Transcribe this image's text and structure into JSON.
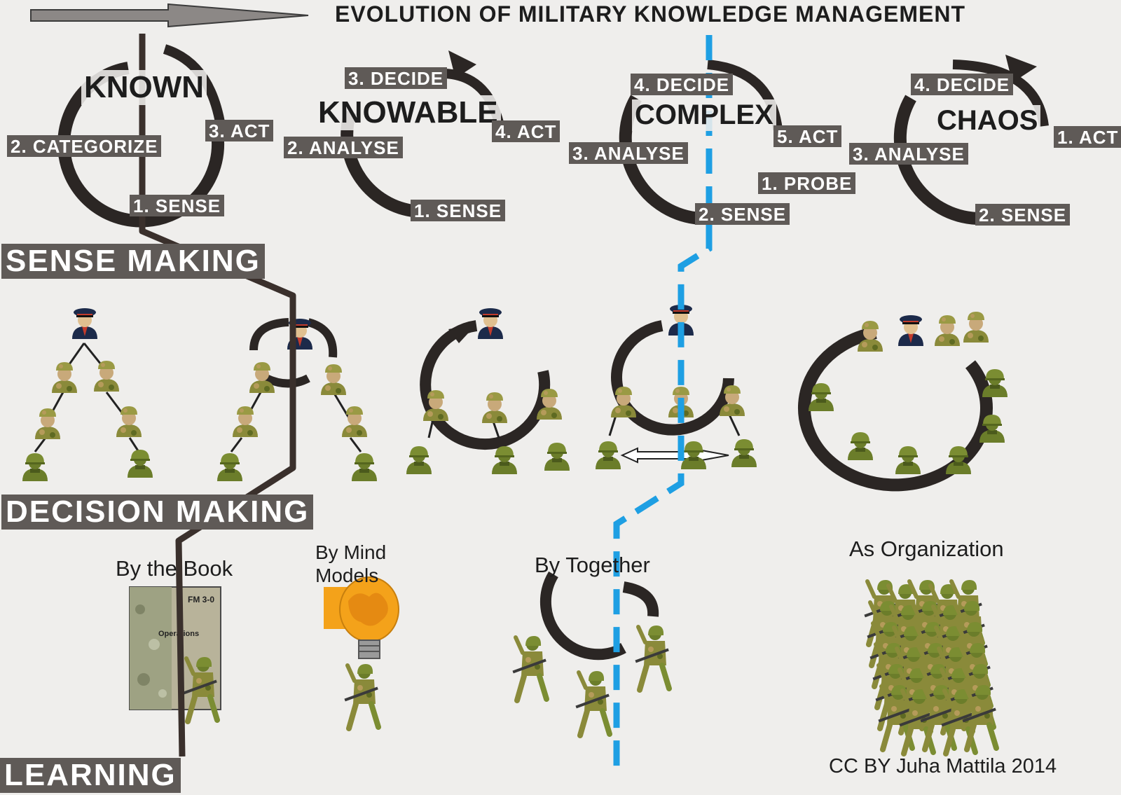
{
  "title": "EVOLUTION OF MILITARY KNOWLEDGE MANAGEMENT",
  "domains": [
    {
      "name": "KNOWN",
      "steps": [
        "1. SENSE",
        "2. CATEGORIZE",
        "3. ACT"
      ]
    },
    {
      "name": "KNOWABLE",
      "steps": [
        "1. SENSE",
        "2. ANALYSE",
        "3. DECIDE",
        "4. ACT"
      ]
    },
    {
      "name": "COMPLEX",
      "steps": [
        "1. PROBE",
        "2. SENSE",
        "3. ANALYSE",
        "4. DECIDE",
        "5. ACT"
      ]
    },
    {
      "name": "CHAOS",
      "steps": [
        "1. ACT",
        "2. SENSE",
        "3. ANALYSE",
        "4. DECIDE"
      ]
    }
  ],
  "bands": [
    "SENSE MAKING",
    "DECISION MAKING",
    "LEARNING"
  ],
  "learning_modes": [
    "By the Book",
    "By Mind\nModels",
    "By Together",
    "As Organization"
  ],
  "book": {
    "code": "FM 3-0",
    "subtitle": "Operations"
  },
  "credit": "CC BY Juha Mattila 2014",
  "colors": {
    "background": "#efeeec",
    "label_box": "#5f5a57",
    "cycle_arrow": "#2b2624",
    "divider_solid": "#3a302c",
    "divider_dashed": "#1e9fe3",
    "soldier_green": "#6b7d2a",
    "camo_tan": "#b59b5a",
    "officer_blue": "#1c2a4a",
    "bulb_orange": "#f4a21a"
  }
}
